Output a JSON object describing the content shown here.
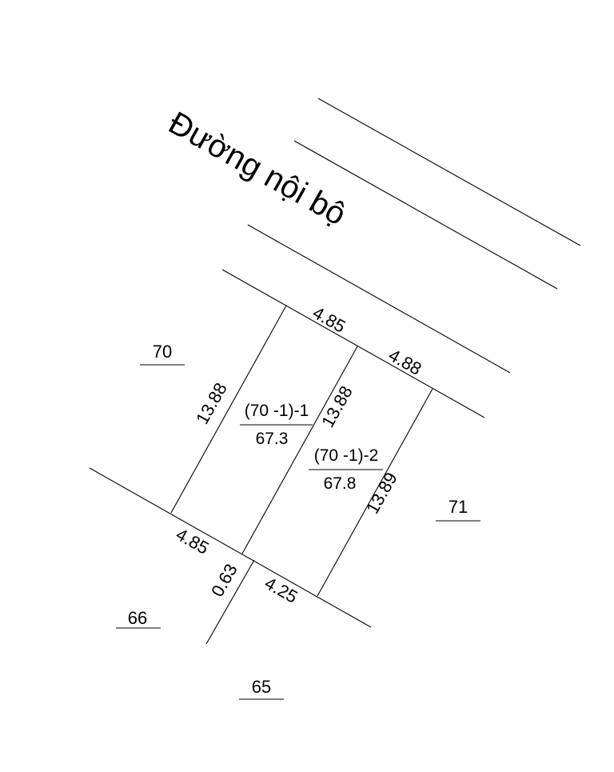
{
  "road_label": "Đường nội bộ",
  "dimensions": {
    "top_left_width": "4.85",
    "top_right_width": "4.88",
    "lot1_left_depth": "13.88",
    "shared_depth": "13.88",
    "lot2_right_depth": "13.89",
    "bottom_left_width": "4.85",
    "bottom_offset": "0.63",
    "bottom_right_width": "4.25"
  },
  "lots": [
    {
      "id": "(70 -1)-1",
      "area": "67.3"
    },
    {
      "id": "(70 -1)-2",
      "area": "67.8"
    }
  ],
  "neighbors": {
    "n70": "70",
    "n71": "71",
    "n66": "66",
    "n65": "65"
  }
}
